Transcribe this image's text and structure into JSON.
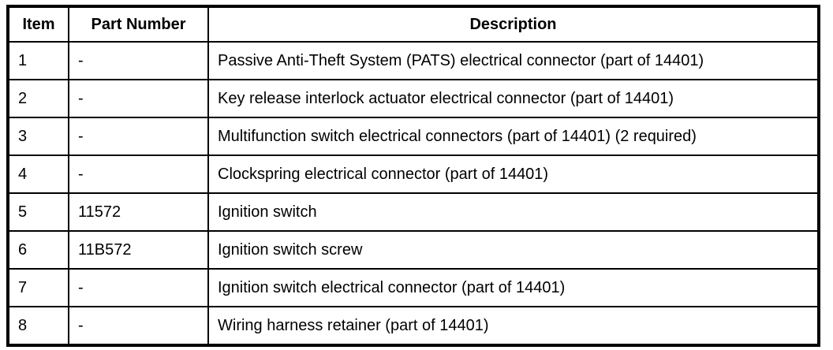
{
  "colors": {
    "border": "#000000",
    "background": "#ffffff",
    "text": "#000000"
  },
  "table": {
    "headers": {
      "item": "Item",
      "part_number": "Part Number",
      "description": "Description"
    },
    "rows": [
      {
        "item": "1",
        "part_number": "-",
        "description": "Passive Anti-Theft System (PATS) electrical connector (part of 14401)"
      },
      {
        "item": "2",
        "part_number": "-",
        "description": "Key release interlock actuator electrical connector (part of 14401)"
      },
      {
        "item": "3",
        "part_number": "-",
        "description": "Multifunction switch electrical connectors (part of 14401) (2 required)"
      },
      {
        "item": "4",
        "part_number": "-",
        "description": "Clockspring electrical connector (part of 14401)"
      },
      {
        "item": "5",
        "part_number": "11572",
        "description": "Ignition switch"
      },
      {
        "item": "6",
        "part_number": "11B572",
        "description": "Ignition switch screw"
      },
      {
        "item": "7",
        "part_number": "-",
        "description": "Ignition switch electrical connector (part of 14401)"
      },
      {
        "item": "8",
        "part_number": "-",
        "description": "Wiring harness retainer (part of 14401)"
      }
    ]
  }
}
